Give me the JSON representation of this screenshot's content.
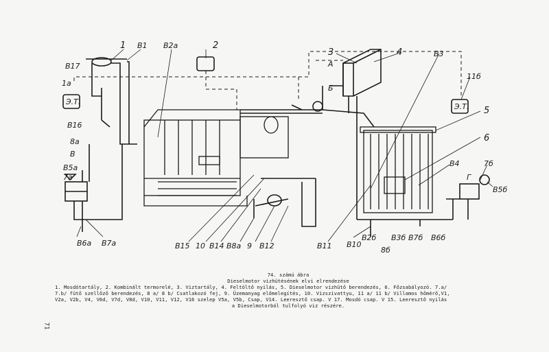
{
  "labels": {
    "l1": "1",
    "b1": "B1",
    "b2a": "B2a",
    "l2": "2",
    "l3": "3",
    "l4": "4",
    "b3": "B3",
    "a": "A",
    "bb": "Б",
    "b17": "B17",
    "l1a": "1a",
    "b16": "B16",
    "l8a": "8a",
    "v": "B",
    "b5a": "B5a",
    "l7a": "7a",
    "l5": "5",
    "l6": "6",
    "b4": "B4",
    "l7b": "7б",
    "g": "Г",
    "b5b": "B5б",
    "l11b": "11б",
    "et_left": "Э.Т.",
    "et_right": "Э.Т.",
    "b6a": "B6a",
    "b7a": "B7a",
    "b15": "B15",
    "l10": "10",
    "b14": "B14",
    "b8a": "B8a",
    "l9": "9",
    "b12": "B12",
    "b11": "B11",
    "b10": "B10",
    "b2b": "B2б",
    "l8b": "8б",
    "b3b": "B3б",
    "b7b": "B7б",
    "b6b": "B6б"
  },
  "caption": {
    "figure_number": "74. számú ábra",
    "title": "Dieselmotor vizhütésének elvi elrendezése",
    "line1": "1. Mosdótartály, 2. Kombinált termorelé, 3. Viztartály, 4. Feltöltő nyilás, 5. Dieselmotor vizhütő berendezés, 6. Főzsabályozó. 7.a/",
    "line2": "7.b/ fütő szellőző berendezés, 8 a/ 8 b/ Csatlakozó fej, 9. Üzemanyag előmelegítés, 10. Vizszivattyu, 11 a/ 11 b/ Villamos hőmérő,V1,",
    "line3": "V2a, V2b, V4, V6d, V7d, V8d, V10, V11, V12, V16 szelep V5a, V5b, Csap, V14. Leeresztő csap. V 17. Mosdó csap. V 15. Leeresztő nyilás",
    "line4": "a Dieselmotorból tulfolyó viz részére."
  },
  "page_number": "71"
}
